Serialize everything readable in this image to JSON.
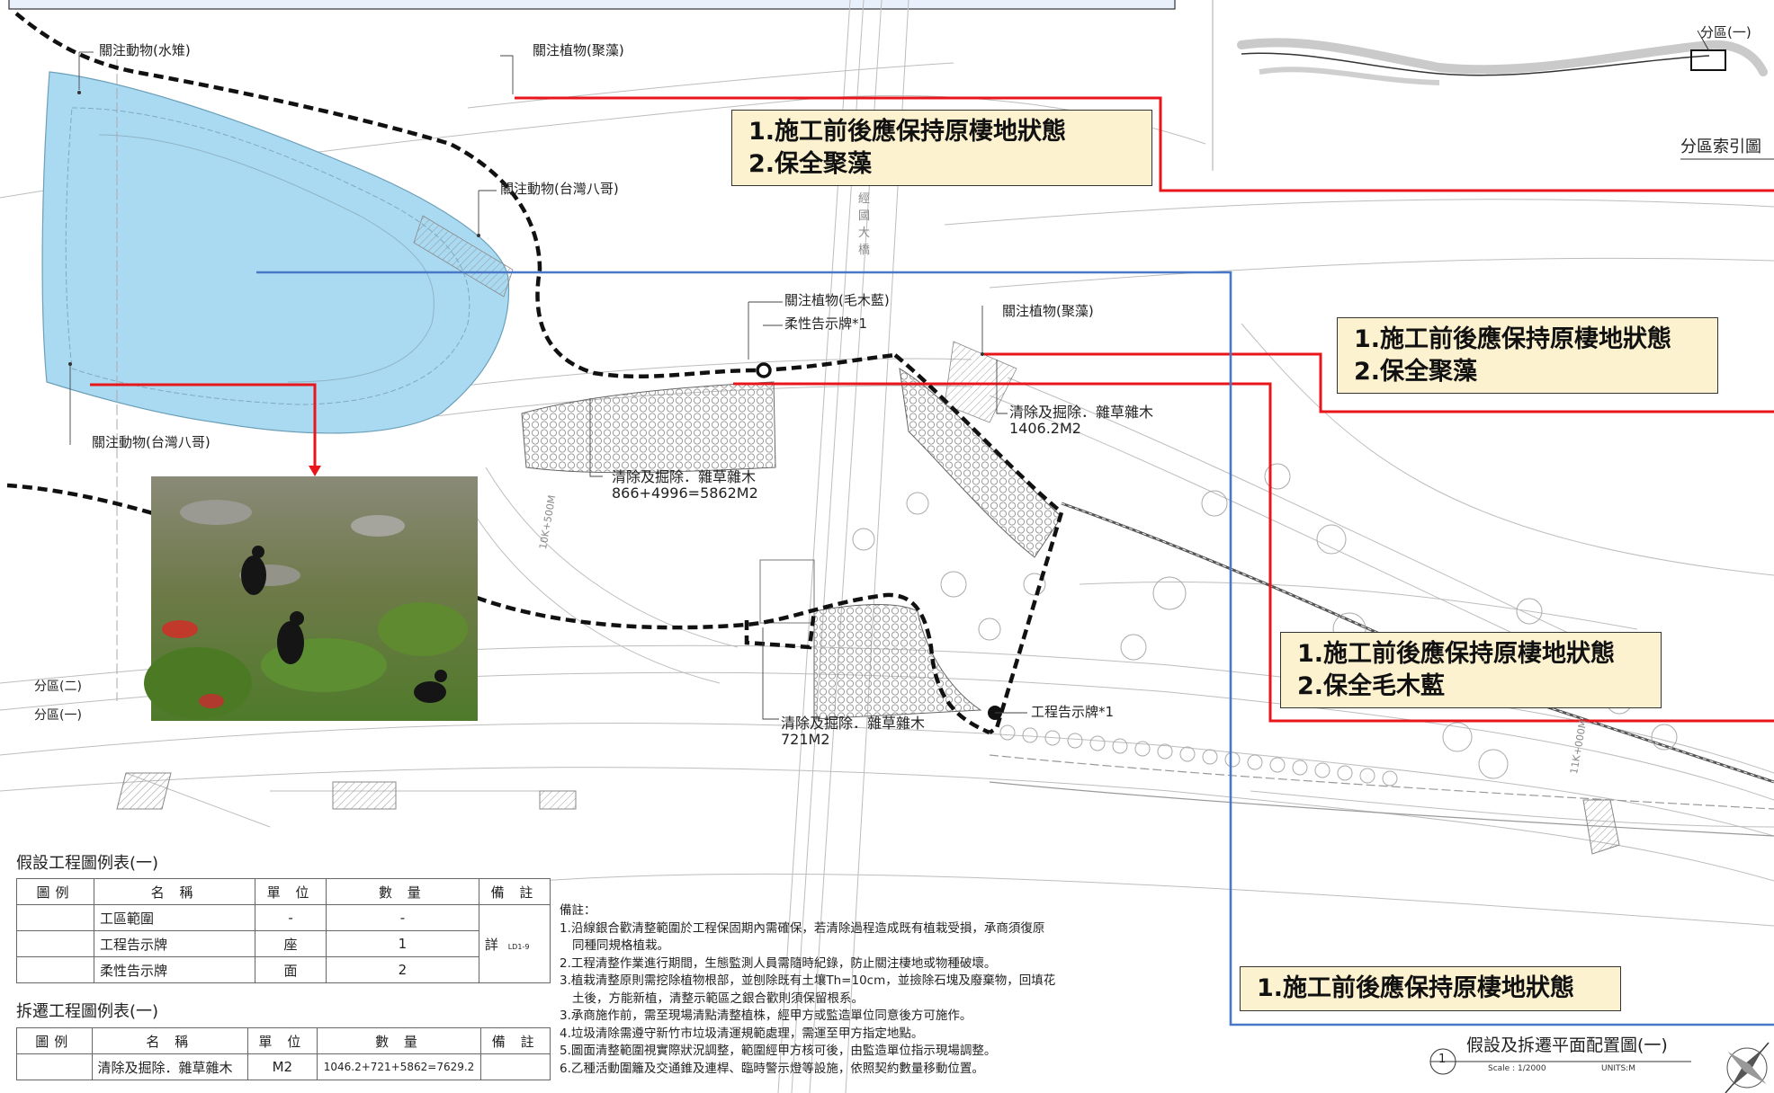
{
  "index_map": {
    "zone_label": "分區(一)",
    "caption": "分區索引圖"
  },
  "map_labels": {
    "water_rail": "關注動物(水雉)",
    "algae_top": "關注植物(聚藻)",
    "myna_upper": "關注動物(台灣八哥)",
    "myna_lower": "關注動物(台灣八哥)",
    "maomulan": "關注植物(毛木藍)",
    "soft_sign": "柔性告示牌*1",
    "algae_right": "關注植物(聚藻)",
    "work_sign": "工程告示牌*1",
    "zone2": "分區(二)",
    "zone1": "分區(一)",
    "bridge": "經國大橋",
    "station_10k": "10K+500M",
    "station_11k": "11K+000M"
  },
  "clearing_areas": [
    {
      "label": "清除及掘除．雜草雜木",
      "area": "866+4996=5862M2"
    },
    {
      "label": "清除及掘除．雜草雜木",
      "area": "1406.2M2"
    },
    {
      "label": "清除及掘除．雜草雜木",
      "area": "721M2"
    }
  ],
  "callouts": [
    {
      "line1": "1.施工前後應保持原棲地狀態",
      "line2": "2.保全聚藻"
    },
    {
      "line1": "1.施工前後應保持原棲地狀態",
      "line2": "2.保全聚藻"
    },
    {
      "line1": "1.施工前後應保持原棲地狀態",
      "line2": "2.保全毛木藍"
    },
    {
      "line1": "1.施工前後應保持原棲地狀態"
    }
  ],
  "temp_legend": {
    "title": "假設工程圖例表(一)",
    "headers": [
      "圖例",
      "名 稱",
      "單 位",
      "數 量",
      "備 註"
    ],
    "rows": [
      {
        "name": "工區範圍",
        "unit": "-",
        "qty": "-"
      },
      {
        "name": "工程告示牌",
        "unit": "座",
        "qty": "1"
      },
      {
        "name": "柔性告示牌",
        "unit": "面",
        "qty": "2"
      }
    ],
    "remark": "詳",
    "remark_ref": "LD1-9"
  },
  "demo_legend": {
    "title": "拆遷工程圖例表(一)",
    "headers": [
      "圖例",
      "名 稱",
      "單 位",
      "數 量",
      "備 註"
    ],
    "rows": [
      {
        "name": "清除及掘除．雜草雜木",
        "unit": "M2",
        "qty": "1046.2+721+5862=7629.2"
      }
    ]
  },
  "notes": {
    "title": "備註：",
    "items": [
      "1.沿線銀合歡清整範圍於工程保固期內需確保，若清除過程造成既有植栽受損，承商須復原",
      "同種同規格植栽。",
      "2.工程清整作業進行期間，生態監測人員需隨時紀錄，防止關注棲地或物種破壞。",
      "3.植栽清整原則需挖除植物根部，並刨除既有土壤Th=10cm，並撿除石塊及廢棄物，回填花",
      "土後，方能新植，清整示範區之銀合歡則須保留根系。",
      "3.承商施作前，需至現場清點清整植株，經甲方或監造單位同意後方可施作。",
      "4.垃圾清除需遵守新竹市垃圾清運規範處理，需運至甲方指定地點。",
      "5.圖面清整範圍視實際狀況調整，範圍經甲方核可後，由監造單位指示現場調整。",
      "6.乙種活動圍籬及交通錐及連桿、臨時警示燈等設施，依照契約數量移動位置。"
    ]
  },
  "drawing_title": {
    "number": "1",
    "title": "假設及拆遷平面配置圖(一)",
    "scale": "Scale : 1/2000",
    "units": "UNITS:M"
  },
  "colors": {
    "pond": "#a9daf2",
    "red_line": "#e8161b",
    "blue_line": "#4a78c8",
    "callout_bg": "#fdf2d0"
  }
}
